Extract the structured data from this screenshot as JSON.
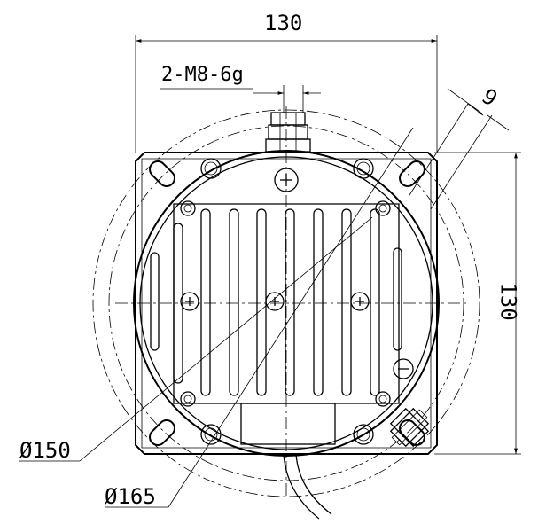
{
  "dimensions": {
    "overall_width": "130",
    "overall_height": "130",
    "mount_hole_slot": "9",
    "thread_spec": "2-M8-6g",
    "inner_diameter": "Ø150",
    "outer_diameter": "Ø165"
  }
}
